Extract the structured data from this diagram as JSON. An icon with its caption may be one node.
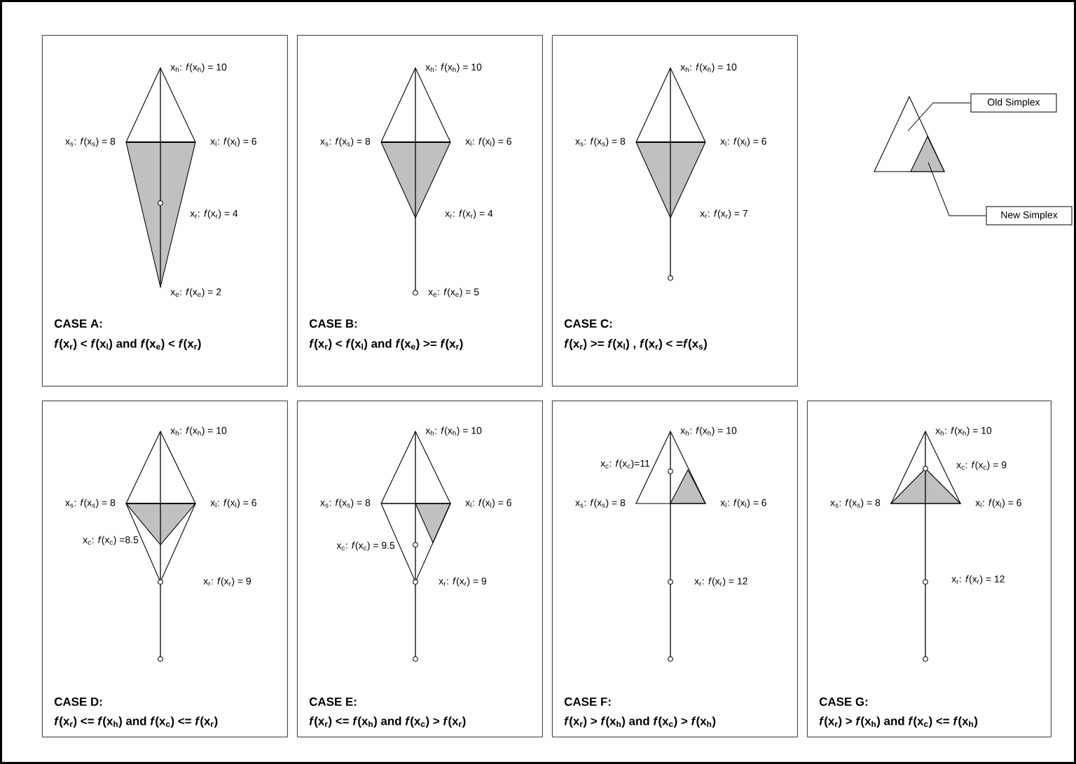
{
  "diagram": {
    "nodes": [
      {
        "text": [
          "x$_{h}$: *f*(x$_{h}$) = 10",
          "x$_{s}$: *f*(x$_{s}$) = 8",
          "x$_{l}$: *f*(x$_{l}$) = 6",
          "x$_{r}$: *f*(x$_{r}$) = 4",
          "x$_{e}$: *f*(x$_{e}$) = 2",
          "CASE A:",
          "*f*(x$_{r}$) < *f*(x$_{l}$) and *f*(x$_{e}$) < *f*(x$_{r}$)"
        ]
      },
      {
        "text": [
          "x$_{h}$: *f*(x$_{h}$) = 10",
          "x$_{s}$: *f*(x$_{s}$) = 8",
          "x$_{l}$: *f*(x$_{l}$) = 6",
          "x$_{r}$: *f*(x$_{r}$) = 4",
          "x$_{e}$: *f*(x$_{e}$) = 5",
          "CASE B:",
          "*f*(x$_{r}$) < *f*(x$_{l}$) and *f*(x$_{e}$) >= *f*(x$_{r}$)"
        ]
      },
      {
        "text": [
          "x$_{h}$: *f*(x$_{h}$) = 10",
          "x$_{s}$: *f*(x$_{s}$) = 8",
          "x$_{l}$: *f*(x$_{l}$) = 6",
          "x$_{r}$: *f*(x$_{r}$) = 7",
          "CASE C:",
          "*f*(x$_{r}$) >= *f*(x$_{l}$) , *f*(x$_{r}$) < =*f*(x$_{s}$)"
        ]
      },
      {
        "text": [
          "x$_{h}$: *f*(x$_{h}$) = 10",
          "x$_{s}$: *f*(x$_{s}$) = 8",
          "x$_{l}$: *f*(x$_{l}$) = 6",
          "x$_{c}$: *f*(x$_{c}$) =8.5",
          "x$_{r}$: *f*(x$_{r}$) = 9",
          "CASE D:",
          "*f*(x$_{r}$) <= *f*(x$_{h}$) and *f*(x$_{c}$) <= *f*(x$_{r}$)"
        ]
      },
      {
        "text": [
          "x$_{h}$: *f*(x$_{h}$) = 10",
          "x$_{s}$: *f*(x$_{s}$) = 8",
          "x$_{l}$: *f*(x$_{l}$) = 6",
          "x$_{c}$: *f*(x$_{c}$) = 9.5",
          "x$_{r}$: *f*(x$_{r}$) = 9",
          "CASE E:",
          "*f*(x$_{r}$) <= *f*(x$_{h}$) and *f*(x$_{c}$) > *f*(x$_{r}$)"
        ]
      },
      {
        "text": [
          "x$_{h}$: *f*(x$_{h}$) = 10",
          "x$_{c}$: *f*(x$_{c}$)=11",
          "x$_{s}$: *f*(x$_{s}$) = 8",
          "x$_{l}$: *f*(x$_{l}$) = 6",
          "x$_{r}$: *f*(x$_{r}$) = 12",
          "CASE F:",
          "*f*(x$_{r}$) > *f*(x$_{h}$) and *f*(x$_{c}$) > *f*(x$_{h}$)"
        ]
      },
      {
        "text": [
          "x$_{h}$: *f*(x$_{h}$) = 10",
          "x$_{c}$: *f*(x$_{c}$) = 9",
          "x$_{s}$: *f*(x$_{s}$) = 8",
          "x$_{l}$: *f*(x$_{l}$) = 6",
          "x$_{r}$: *f*(x$_{r}$) = 12",
          "CASE G:",
          "*f*(x$_{r}$) > *f*(x$_{h}$) and *f*(x$_{c}$) <= *f*(x$_{h}$)"
        ]
      },
      {
        "text": [
          "Old Simplex"
        ]
      },
      {
        "text": [],
        "shape": "triangle"
      },
      {
        "text": [
          "New Simplex"
        ]
      },
      {
        "text": [],
        "shape": "triangle",
        "in": 8
      }
    ],
    "edges": [
      {
        "from": 7,
        "to": 8,
        "arrow": "none"
      },
      {
        "from": 9,
        "to": 10,
        "arrow": "none"
      }
    ]
  }
}
